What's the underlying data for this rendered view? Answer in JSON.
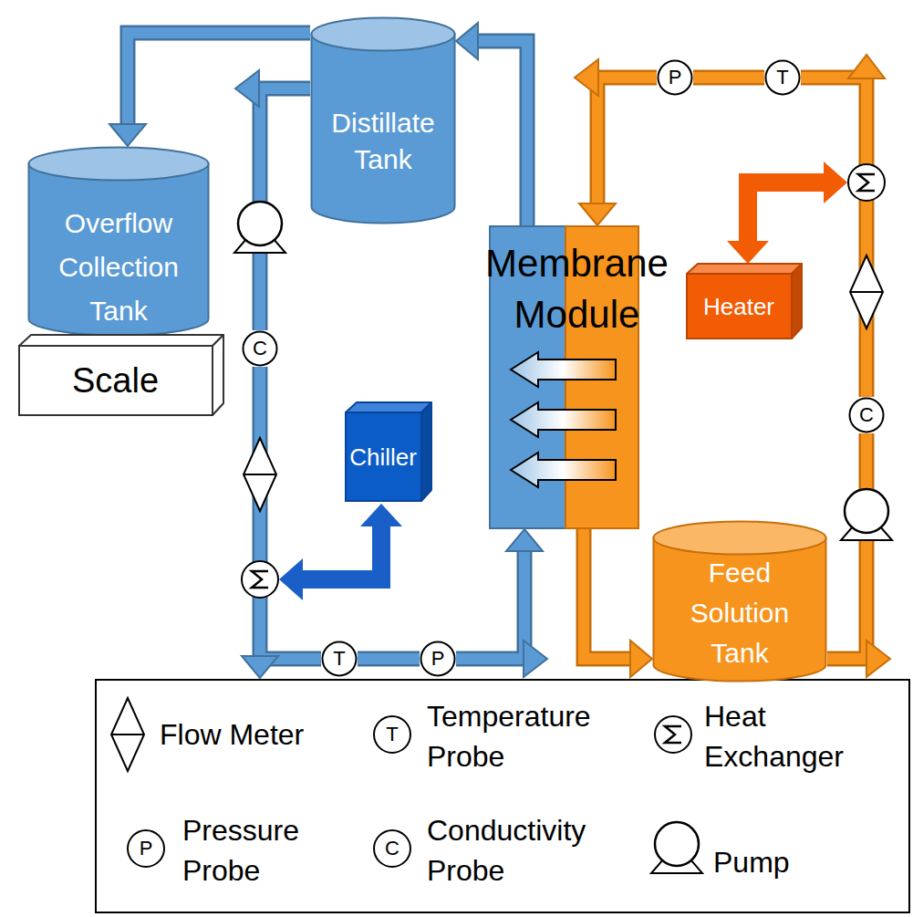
{
  "diagram": {
    "nodes": [
      {
        "text": [
          "Distillate Tank"
        ]
      },
      {
        "text": [
          "Overflow Collection Tank"
        ]
      },
      {
        "text": [
          "Scale"
        ]
      },
      {
        "text": [
          "Membrane Module"
        ]
      },
      {
        "text": [
          "Heater"
        ]
      },
      {
        "text": [
          "Chiller"
        ]
      },
      {
        "text": [
          "Feed Solution Tank"
        ]
      },
      {
        "text": [
          "C"
        ]
      },
      {
        "text": [
          "T"
        ]
      },
      {
        "text": [
          "P"
        ]
      },
      {
        "text": [
          "P"
        ]
      },
      {
        "text": [
          "T"
        ]
      },
      {
        "text": [
          "C"
        ]
      }
    ],
    "edges": [
      {
        "from": 0,
        "to": 1,
        "arrow": "to"
      },
      {
        "from": 0,
        "to": 7,
        "arrow": "none"
      },
      {
        "from": 7,
        "to": 8,
        "arrow": "none"
      },
      {
        "from": 8,
        "to": 9,
        "arrow": "none"
      },
      {
        "from": 9,
        "to": 3,
        "arrow": "to"
      },
      {
        "from": 3,
        "to": 0,
        "arrow": "to"
      },
      {
        "from": 3,
        "to": 6,
        "arrow": "to"
      },
      {
        "from": 6,
        "to": 12,
        "arrow": "none"
      },
      {
        "from": 12,
        "to": 11,
        "arrow": "none"
      },
      {
        "from": 11,
        "to": 10,
        "arrow": "none"
      },
      {
        "from": 10,
        "to": 3,
        "arrow": "to"
      }
    ],
    "labels": [
      "T",
      "P",
      "C"
    ],
    "legend": [
      {
        "text": "Flow Meter"
      },
      {
        "text": "Temperature Probe"
      },
      {
        "text": "Heat Exchanger"
      },
      {
        "text": "Pressure Probe"
      },
      {
        "text": "Conductivity Probe"
      },
      {
        "text": "Pump"
      }
    ]
  }
}
